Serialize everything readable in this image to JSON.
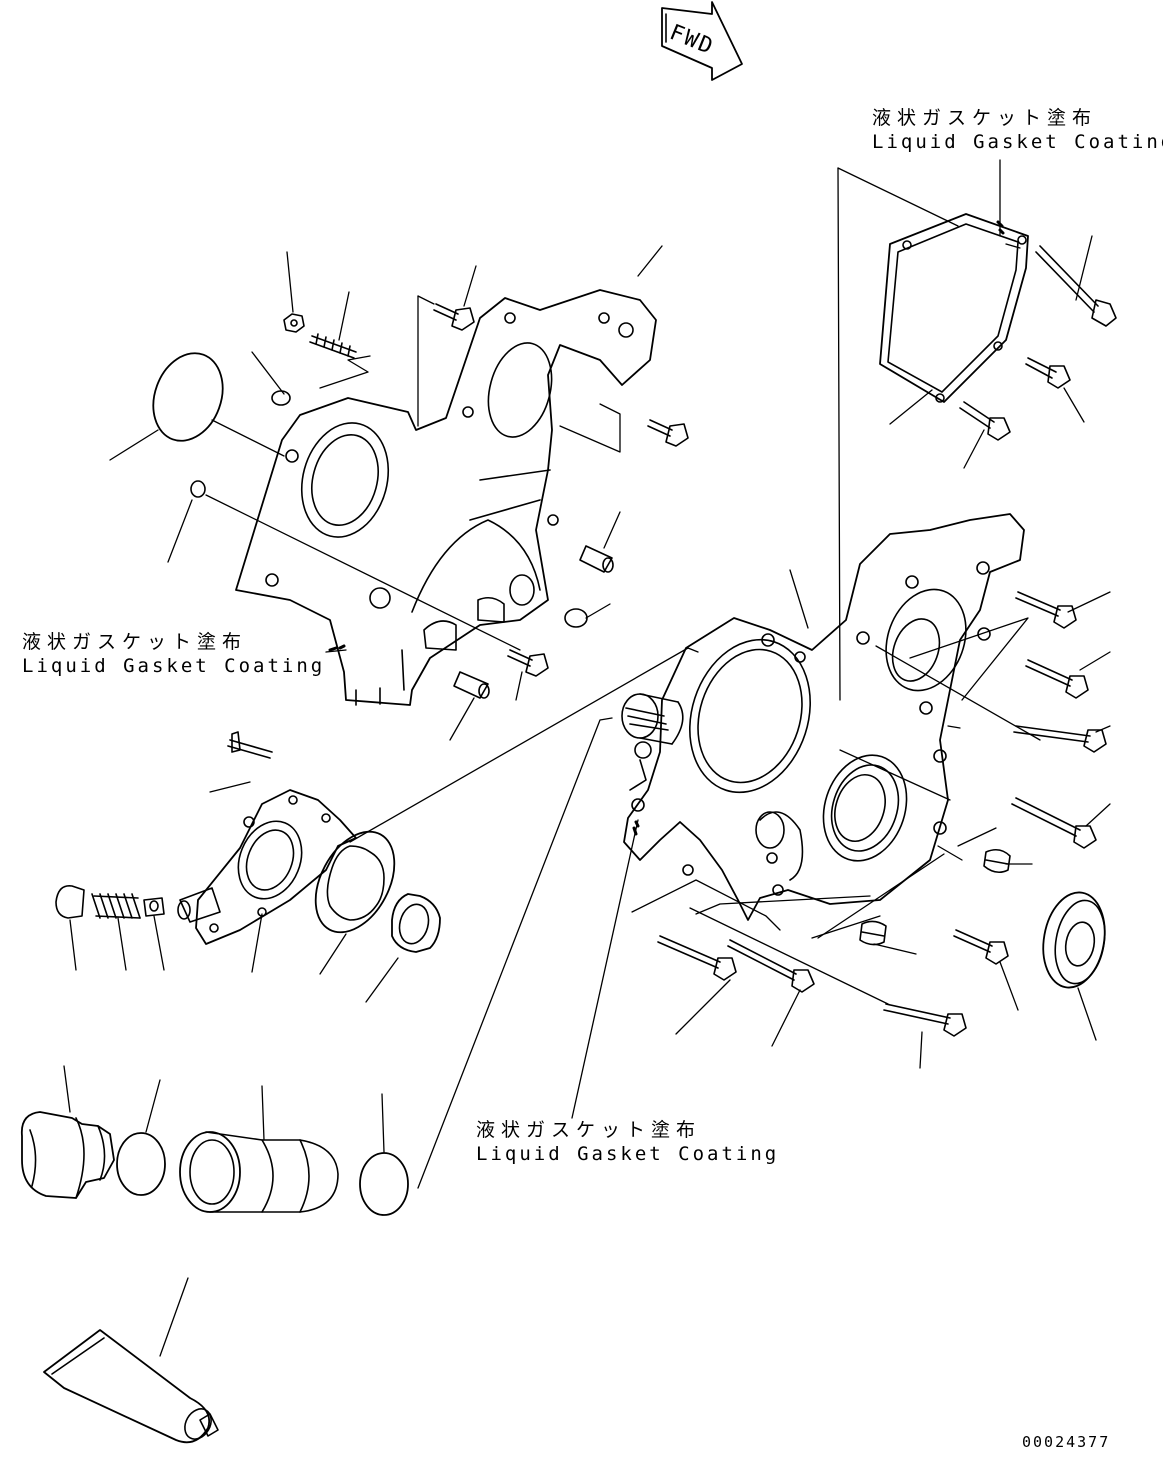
{
  "direction_marker": {
    "text": "FWD"
  },
  "callouts": [
    {
      "jp": "液状ガスケット塗布",
      "en": "Liquid Gasket Coating"
    },
    {
      "jp": "液状ガスケット塗布",
      "en": "Liquid Gasket Coating"
    },
    {
      "jp": "液状ガスケット塗布",
      "en": "Liquid Gasket Coating"
    }
  ],
  "figure_number": "00024377"
}
